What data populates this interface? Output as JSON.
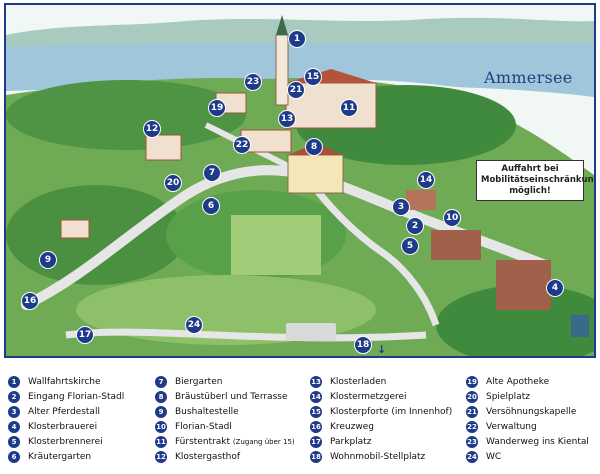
{
  "map": {
    "lake_name": "Ammersee",
    "note": [
      "Auffahrt bei",
      "Mobilitätseinschränkung",
      "möglich!"
    ],
    "arrow": "↓"
  },
  "markers": [
    "1",
    "2",
    "3",
    "4",
    "5",
    "6",
    "7",
    "8",
    "9",
    "10",
    "11",
    "12",
    "13",
    "14",
    "15",
    "16",
    "17",
    "18",
    "19",
    "20",
    "21",
    "22",
    "23",
    "24"
  ],
  "legend": [
    {
      "num": "1",
      "label": "Wallfahrtskirche"
    },
    {
      "num": "2",
      "label": "Eingang Florian-Stadl"
    },
    {
      "num": "3",
      "label": "Alter Pferdestall"
    },
    {
      "num": "4",
      "label": "Klosterbrauerei"
    },
    {
      "num": "5",
      "label": "Klosterbrennerei"
    },
    {
      "num": "6",
      "label": "Kräutergarten"
    },
    {
      "num": "7",
      "label": "Biergarten"
    },
    {
      "num": "8",
      "label": "Bräustüberl und Terrasse"
    },
    {
      "num": "9",
      "label": "Bushaltestelle"
    },
    {
      "num": "10",
      "label": "Florian-Stadl"
    },
    {
      "num": "11",
      "label": "Fürstentrakt",
      "note": "(Zugang über 15)"
    },
    {
      "num": "12",
      "label": "Klostergasthof"
    },
    {
      "num": "13",
      "label": "Klosterladen"
    },
    {
      "num": "14",
      "label": "Klostermetzgerei"
    },
    {
      "num": "15",
      "label": "Klosterpforte (im Innenhof)"
    },
    {
      "num": "16",
      "label": "Kreuzweg"
    },
    {
      "num": "17",
      "label": "Parkplatz"
    },
    {
      "num": "18",
      "label": "Wohnmobil-Stellplatz"
    },
    {
      "num": "19",
      "label": "Alte Apotheke"
    },
    {
      "num": "20",
      "label": "Spielplatz"
    },
    {
      "num": "21",
      "label": "Versöhnungskapelle"
    },
    {
      "num": "22",
      "label": "Verwaltung"
    },
    {
      "num": "23",
      "label": "Wanderweg ins Kiental"
    },
    {
      "num": "24",
      "label": "WC"
    }
  ],
  "colors": {
    "accent": "#1e3a8a",
    "lake": "#9fc6da",
    "forest": "#3f8a3c",
    "meadow": "#8ec06a",
    "road": "#e6e6e6"
  }
}
